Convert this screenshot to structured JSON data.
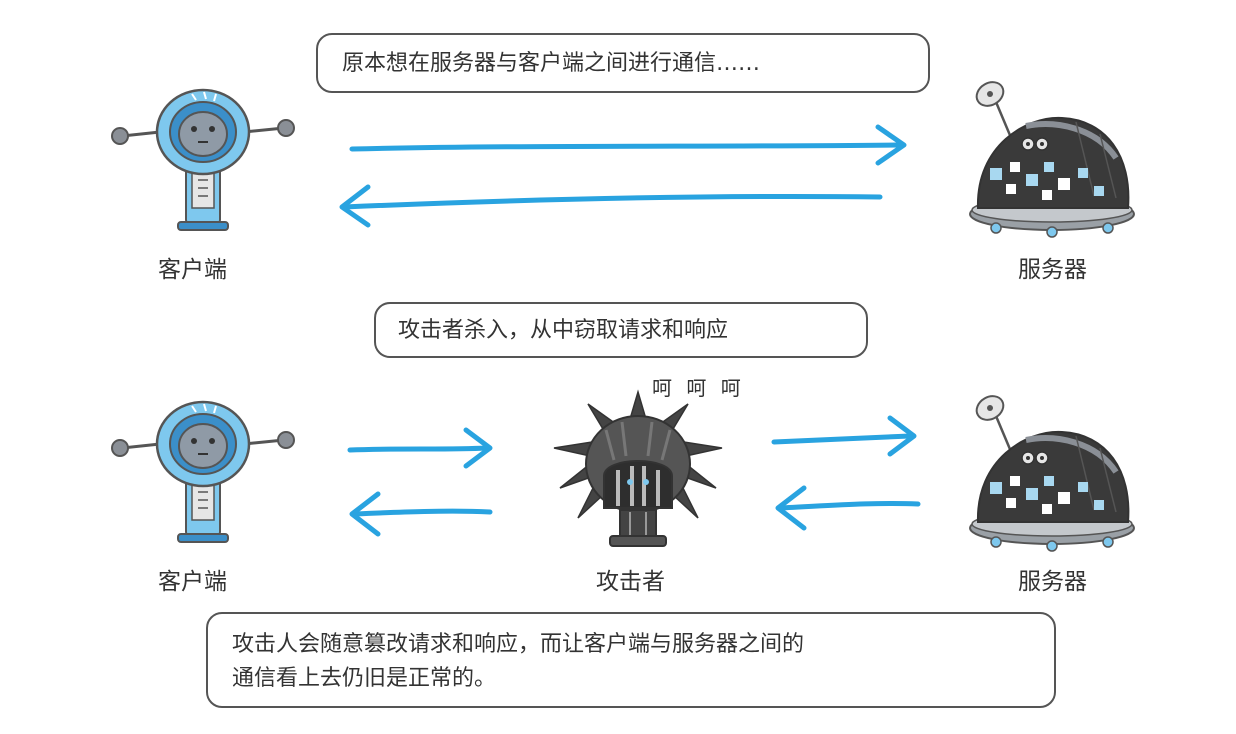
{
  "colors": {
    "arrow": "#29a3e0",
    "robot_light": "#7ec8ee",
    "robot_dark": "#3b8fc9",
    "robot_screen": "#8f9aa6",
    "server_body": "#3a3a3a",
    "server_tile": "#a8d8f0",
    "attacker": "#444444"
  },
  "top": {
    "caption": "原本想在服务器与客户端之间进行通信……",
    "client_label": "客户端",
    "server_label": "服务器"
  },
  "bottom": {
    "caption": "攻击者杀入，从中窃取请求和响应",
    "laugh": "呵 呵 呵",
    "client_label": "客户端",
    "attacker_label": "攻击者",
    "server_label": "服务器"
  },
  "footer": {
    "line1": "攻击人会随意篡改请求和响应，而让客户端与服务器之间的",
    "line2": "通信看上去仍旧是正常的。"
  },
  "icons": {
    "client": "robot-client-icon",
    "server": "dome-server-icon",
    "attacker": "spiky-attacker-icon"
  }
}
